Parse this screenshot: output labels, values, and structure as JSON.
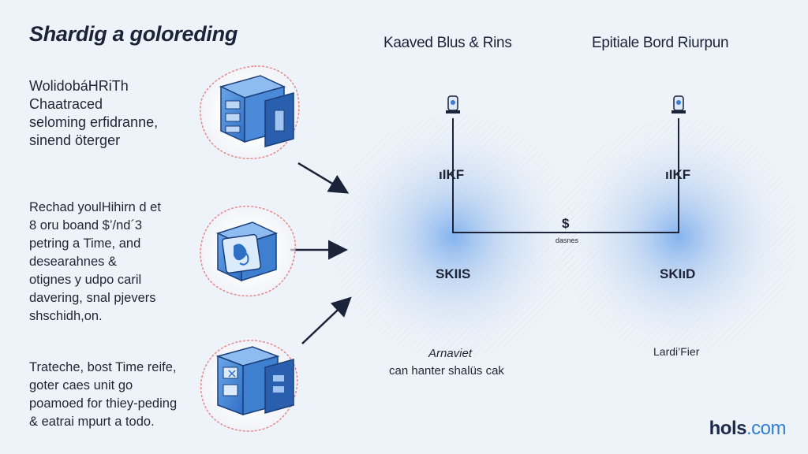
{
  "title": "Shardig a goloreding",
  "columns": {
    "left_heading": "Kaaved Blus & Rins",
    "right_heading": "Epitiale Bord Riurpun"
  },
  "blocks": [
    [
      "WolidobáHRiTh",
      "Chaatraced",
      "seloming erfidranne,",
      "sinend öterger"
    ],
    [
      "Rechad youlHihirn d et",
      "8 oru boand $’/nd´3",
      "petring a Time, and",
      "desearahnes &",
      "otignes y udpo caril",
      "davering, snal pjevers",
      "shschidh,on."
    ],
    [
      "Trateche, bost Time reife,",
      "goter caes unit go",
      "poamoed for thiey-peding",
      "& eatrai mpurt a todo."
    ]
  ],
  "nodes": {
    "left_top": "ıIKF",
    "left_bottom": "SKIIS",
    "right_top": "ıIKF",
    "right_bottom": "SKIıD",
    "link_symbol": "$",
    "link_label": "dasnes"
  },
  "captions": {
    "left_line1": "Arnaviet",
    "left_line2": "can hanter shalüs cak",
    "right": "Lardi’Fier"
  },
  "brand": {
    "name": "hols",
    "domain": ".com"
  },
  "colors": {
    "accent_blue": "#3a7fd6",
    "halo_red": "#e58a8a",
    "ink": "#1b2338"
  },
  "icons": [
    "filing-cabinet-icon",
    "processor-cube-icon",
    "server-stack-icon",
    "pin-node-icon"
  ]
}
